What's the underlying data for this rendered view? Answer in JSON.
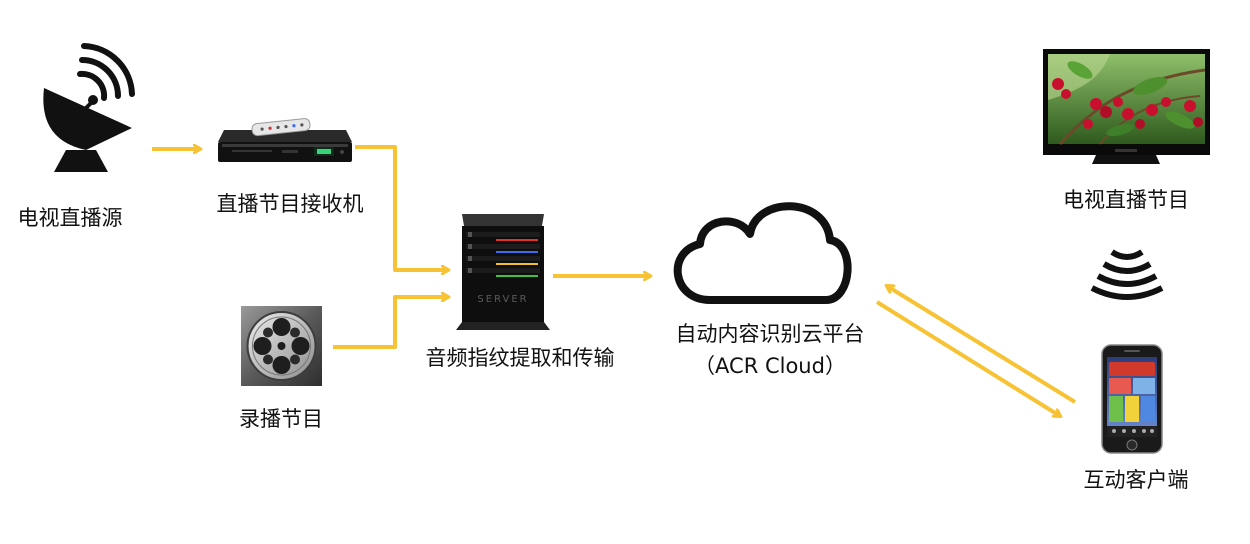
{
  "nodes": {
    "broadcast_source": {
      "label": "电视直播源"
    },
    "receiver": {
      "label": "直播节目接收机"
    },
    "recorded": {
      "label": "录播节目"
    },
    "server": {
      "label": "音频指纹提取和传输",
      "chassis_text": "SERVER"
    },
    "cloud": {
      "label_line1": "自动内容识别云平台",
      "label_line2": "（ACR Cloud）"
    },
    "tv": {
      "label": "电视直播节目"
    },
    "phone": {
      "label": "互动客户端"
    }
  },
  "colors": {
    "arrow": "#F7C233",
    "icon_dark": "#111111",
    "text": "#111111",
    "led_red": "#e0322a",
    "led_blue": "#3a6cf0",
    "led_yellow": "#f0c030",
    "led_green": "#3ec13e",
    "cherry_red": "#c8102e",
    "leaf_green": "#3f7f2a"
  },
  "icons": {
    "broadcast_source": "satellite-dish-icon",
    "receiver": "set-top-box-icon",
    "recorded": "film-reel-icon",
    "server": "server-tower-icon",
    "cloud": "cloud-icon",
    "tv": "television-icon",
    "signal": "wireless-signal-icon",
    "phone": "smartphone-icon"
  }
}
